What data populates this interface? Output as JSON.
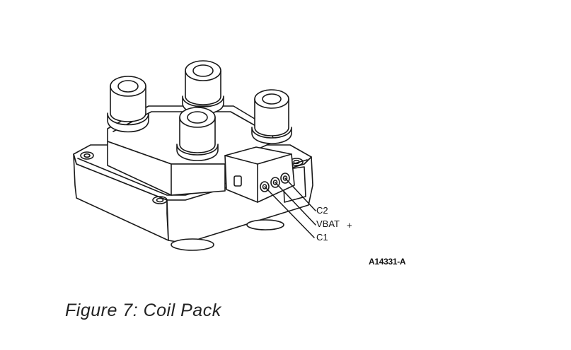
{
  "diagram": {
    "pin_labels": {
      "c2": "C2",
      "vbat": "VBAT",
      "vbat_polarity": "+",
      "c1": "C1"
    },
    "part_number": "A14331-A",
    "caption": "Figure 7: Coil Pack",
    "line_color": "#1a1a1a",
    "background": "#ffffff"
  }
}
